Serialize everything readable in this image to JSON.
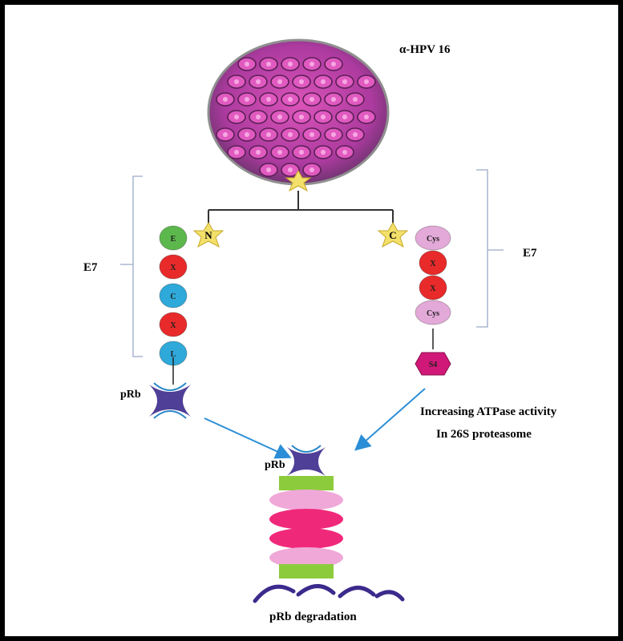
{
  "virus": {
    "label": "α-HPV 16"
  },
  "terminals": {
    "n": "N",
    "c": "C"
  },
  "left_chain": {
    "bracket_label": "E7",
    "residues": [
      {
        "text": "E",
        "color": "#5cb84c"
      },
      {
        "text": "X",
        "color": "#e82a2a"
      },
      {
        "text": "C",
        "color": "#2ea9d9"
      },
      {
        "text": "X",
        "color": "#e82a2a"
      },
      {
        "text": "L",
        "color": "#2ea9d9"
      }
    ],
    "target": "pRb"
  },
  "right_chain": {
    "bracket_label": "E7",
    "residues": [
      {
        "text": "Cys",
        "color": "#e3a9d8"
      },
      {
        "text": "X",
        "color": "#e82a2a"
      },
      {
        "text": "X",
        "color": "#e82a2a"
      },
      {
        "text": "Cys",
        "color": "#e3a9d8"
      }
    ],
    "partner": "S4"
  },
  "annotation": {
    "line1": "Increasing ATPase activity",
    "line2": "In 26S proteasome"
  },
  "proteasome": {
    "bound_label": "pRb",
    "caption": "pRb degradation"
  },
  "colors": {
    "virus_fill": "#c03aa0",
    "virus_outline": "#5a1f55",
    "capsomer": "#d74bb0",
    "star": "#f3e06a",
    "s4": "#d01878",
    "arrow": "#2b8ed6",
    "bracket": "#9aa9c8",
    "prb": "#3c2a8c",
    "proteasome_green": "#8ccc3c",
    "proteasome_pink": "#f0a8d8",
    "proteasome_magenta": "#f0287a"
  }
}
